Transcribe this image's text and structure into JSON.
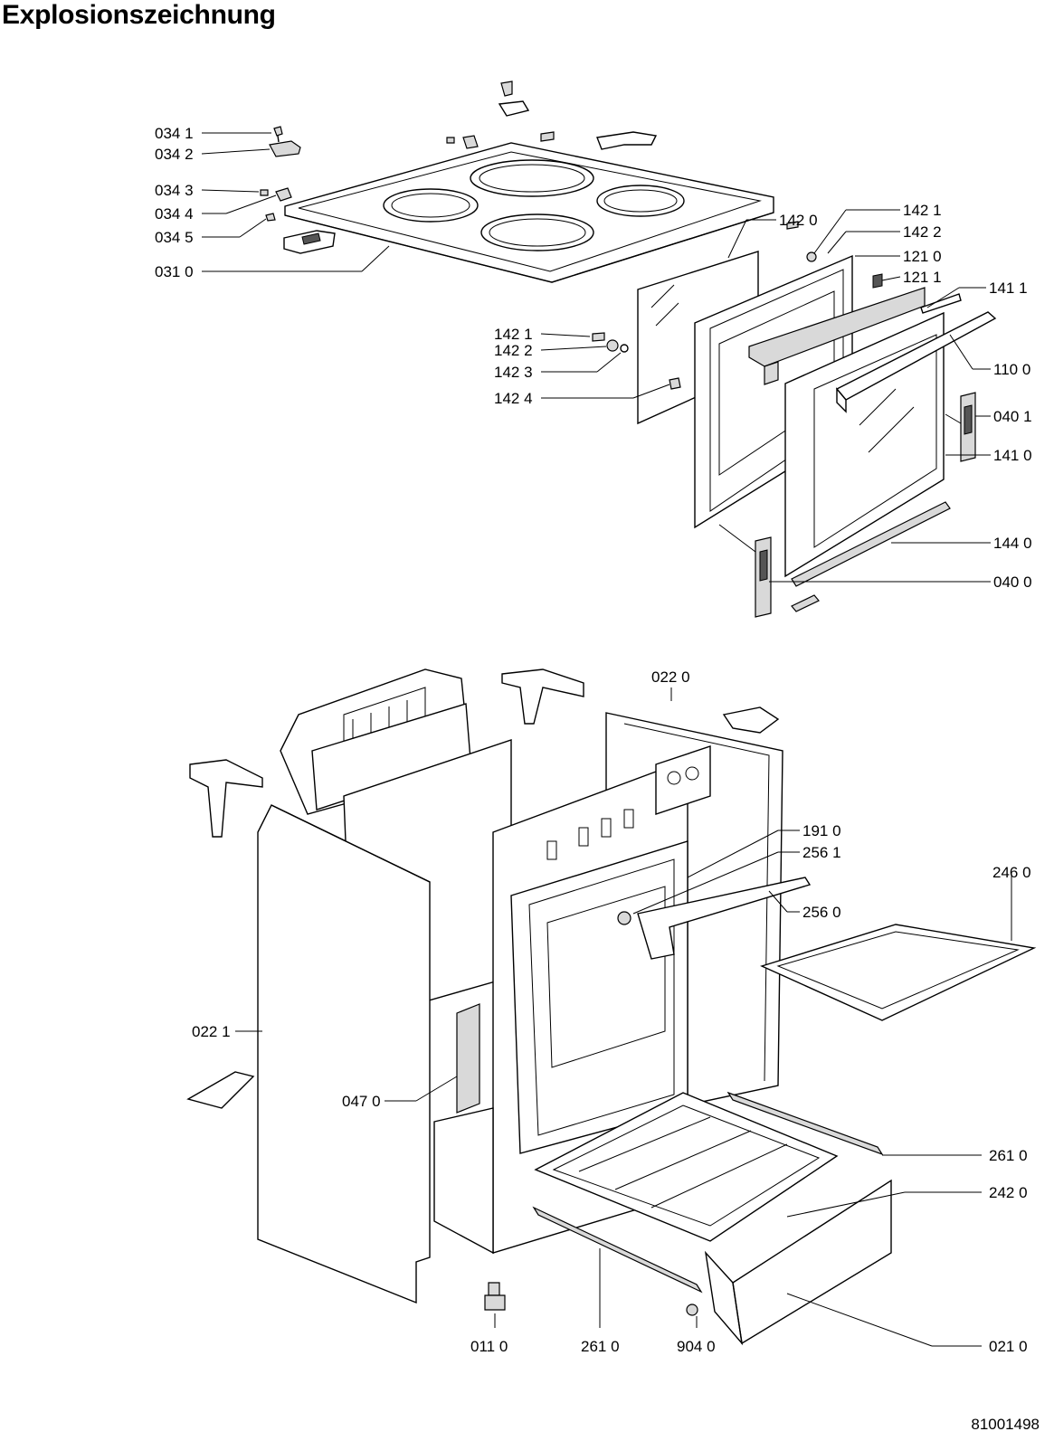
{
  "title": "Explosionszeichnung",
  "doc_number": "81001498",
  "labels": {
    "l0341": "034 1",
    "l0342": "034 2",
    "l0343": "034 3",
    "l0344": "034 4",
    "l0345": "034 5",
    "l0310": "031 0",
    "l1420": "142 0",
    "l1421a": "142 1",
    "l1422a": "142 2",
    "l1210": "121 0",
    "l1211": "121 1",
    "l1411": "141 1",
    "l1100": "110 0",
    "l0401": "040 1",
    "l1410": "141 0",
    "l1440": "144 0",
    "l0400": "040 0",
    "l1421b": "142 1",
    "l1422b": "142 2",
    "l1423": "142 3",
    "l1424": "142 4",
    "l0220": "022 0",
    "l1910": "191 0",
    "l2561": "256 1",
    "l2560": "256 0",
    "l2460": "246 0",
    "l0221": "022 1",
    "l0470": "047 0",
    "l2610a": "261 0",
    "l2420": "242 0",
    "l0210": "021 0",
    "l0110": "011 0",
    "l2610b": "261 0",
    "l9040": "904 0"
  }
}
